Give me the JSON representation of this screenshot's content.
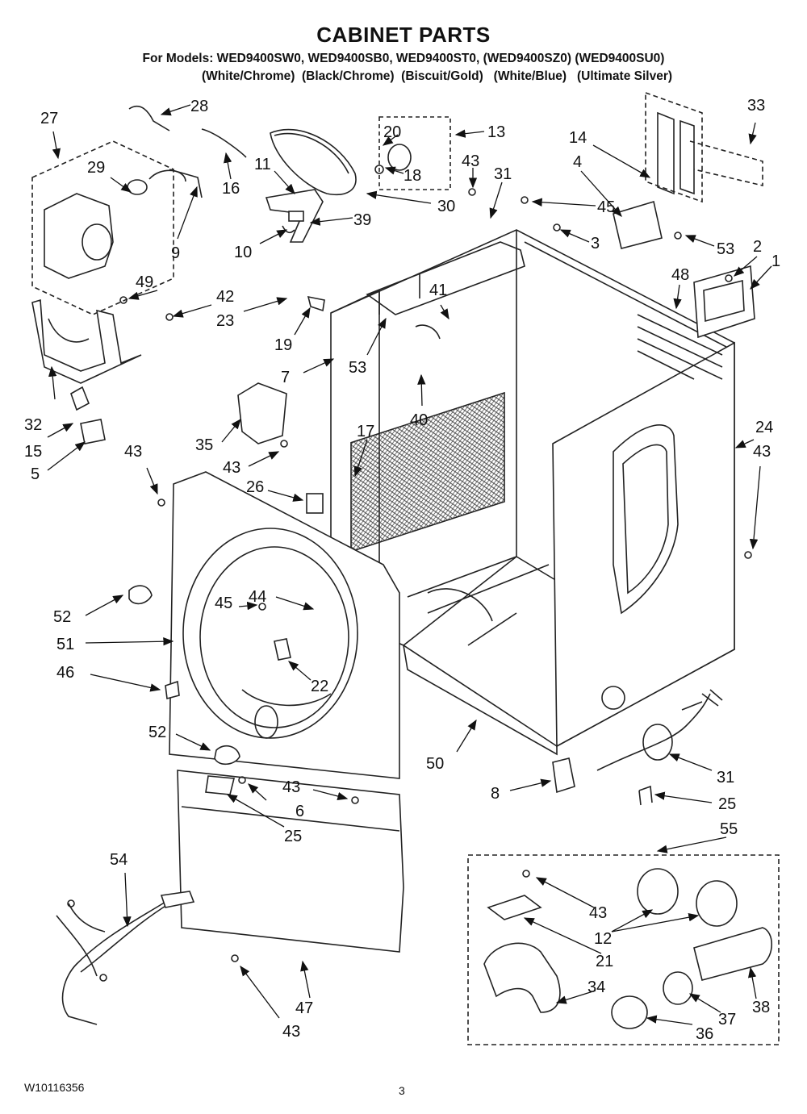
{
  "header": {
    "title": "CABINET PARTS",
    "models_line": "For Models:  WED9400SW0, WED9400SB0, WED9400ST0, (WED9400SZ0) (WED9400SU0)",
    "colors_line": "(White/Chrome)  (Black/Chrome)  (Biscuit/Gold)   (White/Blue)   (Ultimate Silver)"
  },
  "footer": {
    "doc_number": "W10116356",
    "page_number": "3"
  },
  "callouts": {
    "c1": "1",
    "c2": "2",
    "c3": "3",
    "c4": "4",
    "c5": "5",
    "c6": "6",
    "c7": "7",
    "c8": "8",
    "c9": "9",
    "c10": "10",
    "c11": "11",
    "c12": "12",
    "c13": "13",
    "c14": "14",
    "c15": "15",
    "c16": "16",
    "c17": "17",
    "c18": "18",
    "c19": "19",
    "c20": "20",
    "c21": "21",
    "c22": "22",
    "c23": "23",
    "c24": "24",
    "c25a": "25",
    "c25b": "25",
    "c26": "26",
    "c27": "27",
    "c28": "28",
    "c29": "29",
    "c30": "30",
    "c31a": "31",
    "c31b": "31",
    "c32": "32",
    "c33": "33",
    "c34": "34",
    "c35": "35",
    "c36": "36",
    "c37": "37",
    "c38": "38",
    "c39": "39",
    "c40": "40",
    "c41": "41",
    "c42": "42",
    "c43a": "43",
    "c43b": "43",
    "c43c": "43",
    "c43d": "43",
    "c43e": "43",
    "c43f": "43",
    "c43g": "43",
    "c44": "44",
    "c45a": "45",
    "c45b": "45",
    "c46": "46",
    "c47": "47",
    "c48": "48",
    "c49": "49",
    "c50": "50",
    "c51": "51",
    "c52a": "52",
    "c52b": "52",
    "c53a": "53",
    "c53b": "53",
    "c54": "54",
    "c55": "55"
  }
}
